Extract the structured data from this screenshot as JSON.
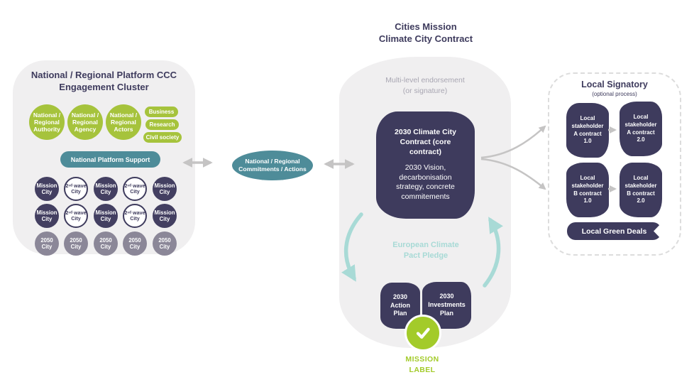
{
  "colors": {
    "navy": "#3e3b5d",
    "lime_green": "#a6c33c",
    "label_green": "#a3cb2a",
    "teal": "#4e8c99",
    "pale_teal": "#a8dad6",
    "city_gray": "#8b8798",
    "cluster_bg": "#f0eff0",
    "arrow_gray": "#c5c4c4"
  },
  "left_cluster": {
    "title": "National / Regional Platform CCC\nEngagement Cluster",
    "authority": "National /\nRegional\nAuthority",
    "agency": "National /\nRegional\nAgency",
    "actors": "National /\nRegional\nActors",
    "ovals": [
      "Business",
      "Research",
      "Civil society"
    ],
    "support_pill": "National Platform Support",
    "mission_city": "Mission\nCity",
    "second_wave_city": "2ⁿᵈ wave\nCity",
    "city_2050": "2050\nCity"
  },
  "connector": {
    "label": "National / Regional\nCommitments / Actions"
  },
  "center": {
    "heading": "Cities Mission\nClimate City Contract",
    "endorsement": "Multi-level endorsement\n(or signature)",
    "core_title": "2030 Climate City\nContract (core\ncontract)",
    "core_body": "2030 Vision,\ndecarbonisation\nstrategy, concrete\ncommitements",
    "pact_pledge": "European Climate\nPact Pledge",
    "action_plan": "2030\nAction\nPlan",
    "investments_plan": "2030\nInvestments\nPlan",
    "mission_label": "MISSION\nLABEL"
  },
  "right_cluster": {
    "title": "Local Signatory",
    "subtitle": "(optional process)",
    "stakeholder_a1": "Local\nstakeholder\nA contract\n1.0",
    "stakeholder_a2": "Local\nstakeholder\nA contract\n2.0",
    "stakeholder_b1": "Local\nstakeholder\nB contract\n1.0",
    "stakeholder_b2": "Local\nstakeholder\nB contract\n2.0",
    "green_deals": "Local Green Deals"
  }
}
